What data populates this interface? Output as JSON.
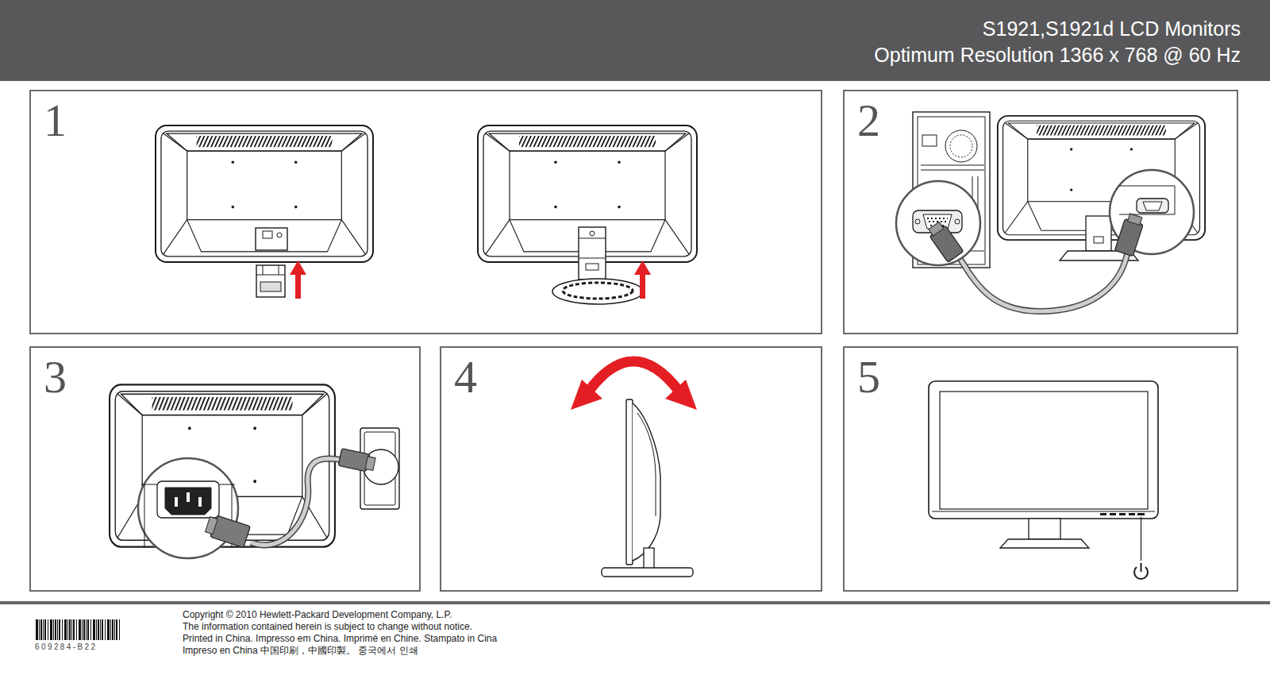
{
  "diagram": {
    "nodes": [
      {
        "text": [
          "S1921,S1921d LCD Monitors",
          "Optimum Resolution 1366 x 768 @ 60 Hz"
        ]
      },
      {
        "text": [
          "1"
        ]
      },
      {
        "text": [
          "2"
        ]
      },
      {
        "text": [
          "3"
        ]
      },
      {
        "text": [
          "4"
        ]
      },
      {
        "text": [
          "5"
        ]
      }
    ],
    "labels": [
      "Copyright © 2010 Hewlett-Packard Development Company, L.P.",
      "The information contained herein is subject to change without notice.",
      "Printed in China.  Impresso em China.  Imprimé en Chine. Stampato in Cina",
      "Impreso en China  中国印刷，中國印製。 중국에서 인쇄",
      "609284-B22"
    ]
  }
}
